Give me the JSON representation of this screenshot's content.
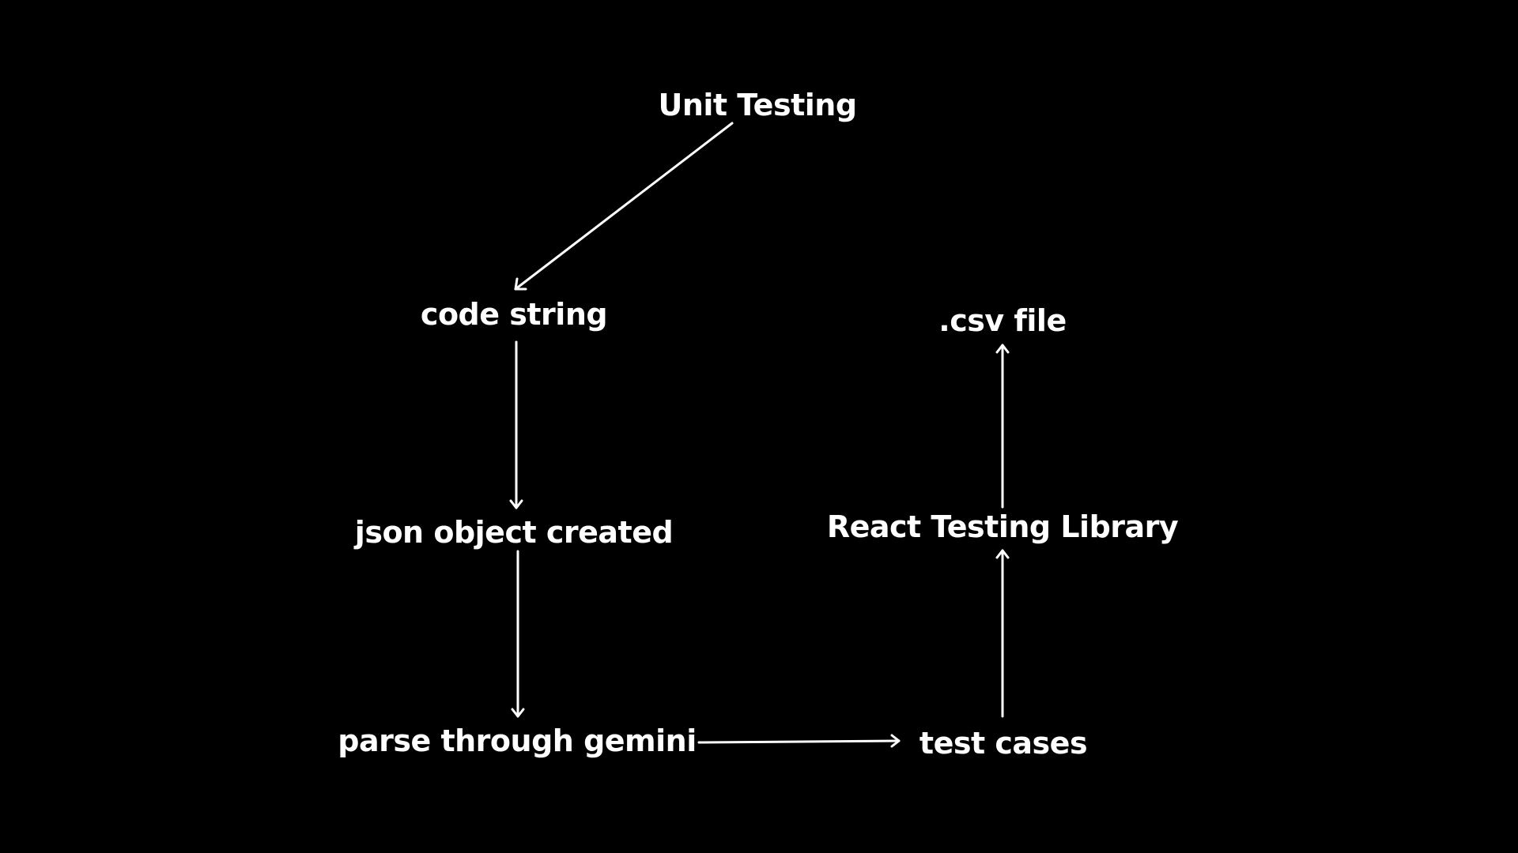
{
  "colors": {
    "background": "#000000",
    "foreground": "#ffffff"
  },
  "nodes": {
    "unit_testing": "Unit Testing",
    "code_string": "code string",
    "json_object": "json object created",
    "parse_gemini": "parse through gemini",
    "test_cases": "test cases",
    "react_testing_library": "React Testing Library",
    "csv_file": ".csv file"
  },
  "edges": [
    {
      "from": "Unit Testing",
      "to": "code string"
    },
    {
      "from": "code string",
      "to": "json object created"
    },
    {
      "from": "json object created",
      "to": "parse through gemini"
    },
    {
      "from": "parse through gemini",
      "to": "test cases"
    },
    {
      "from": "test cases",
      "to": "React Testing Library"
    },
    {
      "from": "React Testing Library",
      "to": ".csv file"
    }
  ]
}
